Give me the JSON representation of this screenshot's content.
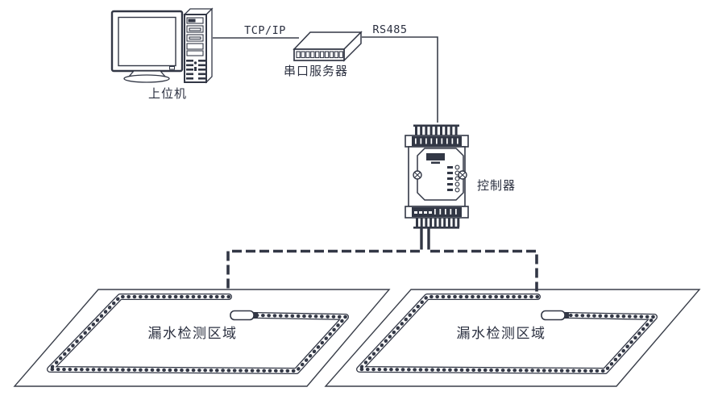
{
  "diagram": {
    "type": "leak-detection-system-topology",
    "nodes": {
      "host_computer": {
        "label": "上位机"
      },
      "serial_server": {
        "label": "串口服务器"
      },
      "controller": {
        "label": "控制器"
      }
    },
    "connections": [
      {
        "from": "host_computer",
        "to": "serial_server",
        "label": "TCP/IP"
      },
      {
        "from": "serial_server",
        "to": "controller",
        "label": "RS485"
      },
      {
        "from": "controller",
        "to": "area_left",
        "style": "dashed-bus"
      },
      {
        "from": "controller",
        "to": "area_right",
        "style": "dashed-bus"
      }
    ],
    "areas": [
      {
        "id": "area_left",
        "label": "漏水检测区域"
      },
      {
        "id": "area_right",
        "label": "漏水检测区域"
      }
    ],
    "colors": {
      "line": "#323745",
      "text": "#2b3040",
      "background": "#ffffff"
    }
  }
}
